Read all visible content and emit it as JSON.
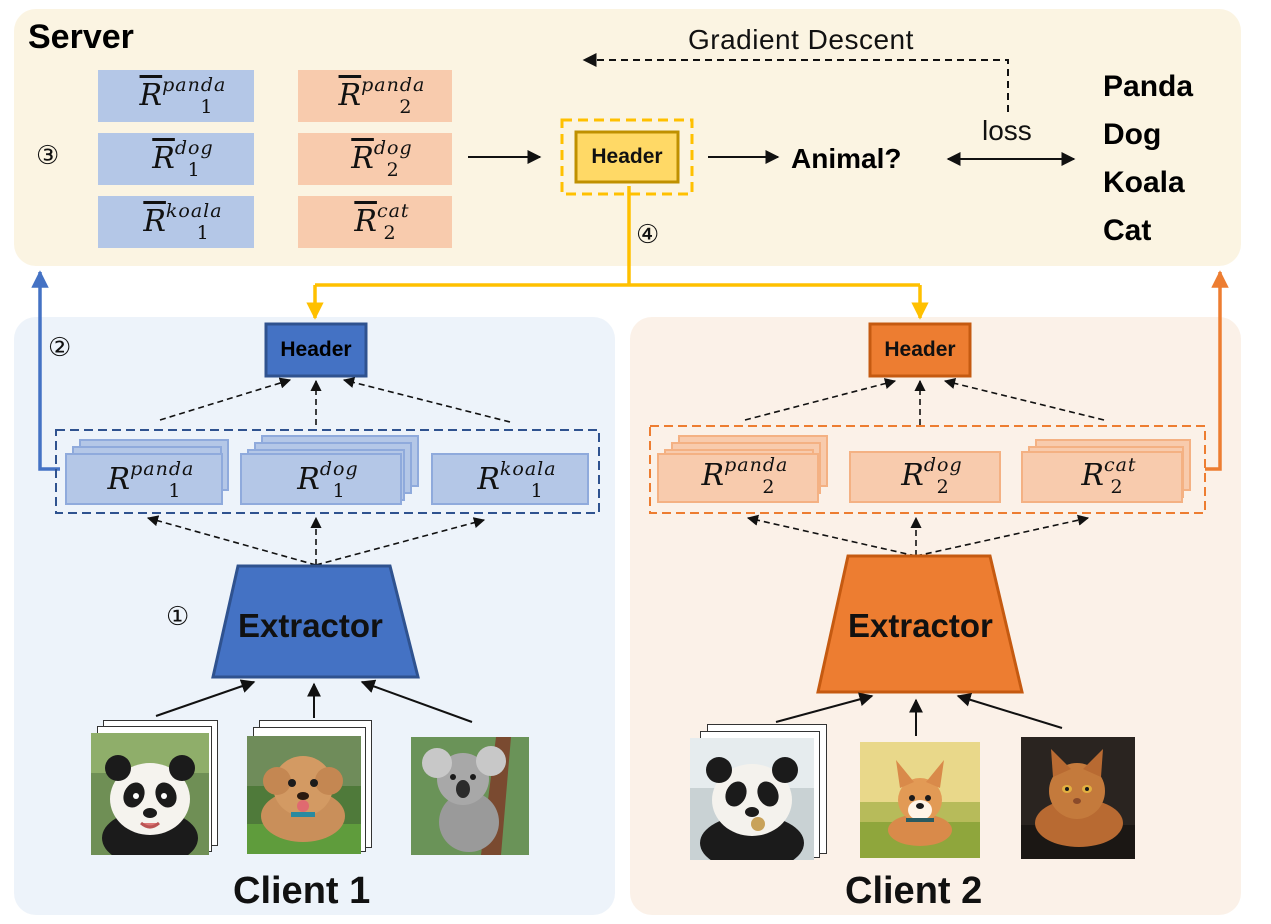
{
  "server": {
    "title": "Server",
    "step_number": "③",
    "client1_reps": [
      {
        "symbol": "R",
        "sub": "1",
        "sup": "panda"
      },
      {
        "symbol": "R",
        "sub": "1",
        "sup": "dog"
      },
      {
        "symbol": "R",
        "sub": "1",
        "sup": "koala"
      }
    ],
    "client2_reps": [
      {
        "symbol": "R",
        "sub": "2",
        "sup": "panda"
      },
      {
        "symbol": "R",
        "sub": "2",
        "sup": "dog"
      },
      {
        "symbol": "R",
        "sub": "2",
        "sup": "cat"
      }
    ],
    "header_label": "Header",
    "output_label": "Animal?",
    "loss_label": "loss",
    "gradient_label": "Gradient Descent",
    "classes": [
      "Panda",
      "Dog",
      "Koala",
      "Cat"
    ],
    "broadcast_step": "④"
  },
  "client1": {
    "title": "Client 1",
    "upload_step": "②",
    "extract_step": "①",
    "header_label": "Header",
    "extractor_label": "Extractor",
    "reps": [
      {
        "symbol": "R",
        "sub": "1",
        "sup": "panda"
      },
      {
        "symbol": "R",
        "sub": "1",
        "sup": "dog"
      },
      {
        "symbol": "R",
        "sub": "1",
        "sup": "koala"
      }
    ],
    "images": [
      "panda",
      "dog",
      "koala"
    ]
  },
  "client2": {
    "title": "Client 2",
    "header_label": "Header",
    "extractor_label": "Extractor",
    "reps": [
      {
        "symbol": "R",
        "sub": "2",
        "sup": "panda"
      },
      {
        "symbol": "R",
        "sub": "2",
        "sup": "dog"
      },
      {
        "symbol": "R",
        "sub": "2",
        "sup": "cat"
      }
    ],
    "images": [
      "panda",
      "corgi",
      "cat"
    ]
  },
  "colors": {
    "server_bg": "#fbf4e2",
    "client1_bg": "#edf3fa",
    "client2_bg": "#fbf1e8",
    "blue": "#4472c4",
    "blue_light": "#b4c7e7",
    "orange": "#ed7d31",
    "orange_light": "#f8cbad",
    "gold": "#ffc000",
    "gold_light": "#ffe699"
  }
}
